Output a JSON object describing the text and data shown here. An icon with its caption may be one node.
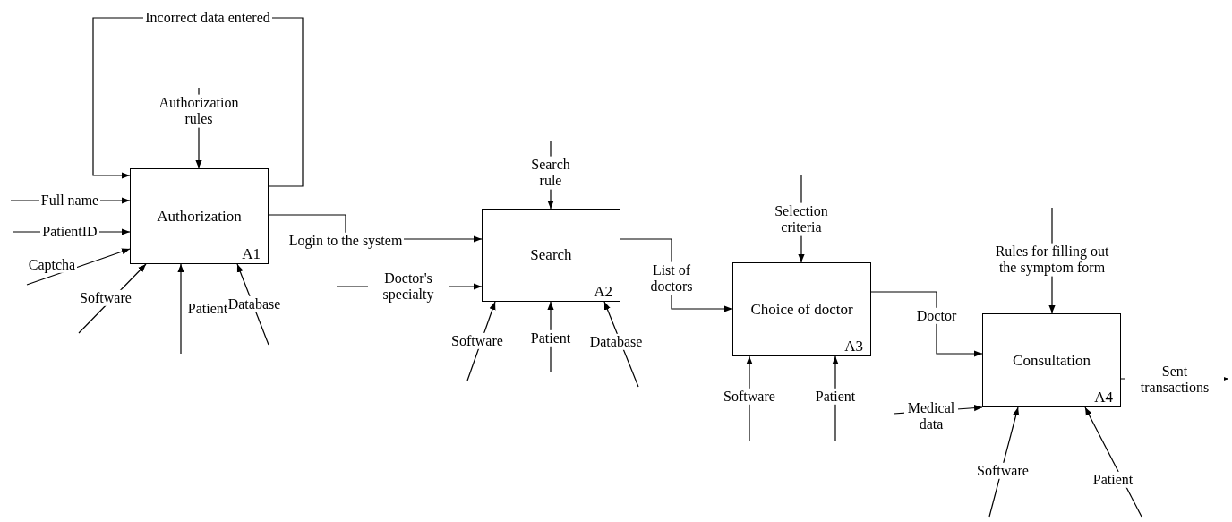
{
  "diagram": {
    "nodes": [
      {
        "text": [
          "Authorization",
          "A1"
        ]
      },
      {
        "text": [
          "Search",
          "A2"
        ]
      },
      {
        "text": [
          "Choice of doctor",
          "A3"
        ]
      },
      {
        "text": [
          "Consultation",
          "A4"
        ]
      }
    ],
    "edges": [
      {
        "from": 0,
        "to": 0,
        "arrow": "to",
        "label": "Incorrect data entered"
      },
      {
        "from": null,
        "to": 0,
        "arrow": "to",
        "label": "Authorization rules"
      },
      {
        "from": null,
        "to": 0,
        "arrow": "to",
        "label": "Full name"
      },
      {
        "from": null,
        "to": 0,
        "arrow": "to",
        "label": "PatientID"
      },
      {
        "from": null,
        "to": 0,
        "arrow": "to",
        "label": "Captcha"
      },
      {
        "from": null,
        "to": 0,
        "arrow": "to",
        "label": "Software"
      },
      {
        "from": null,
        "to": 0,
        "arrow": "to",
        "label": "Patient"
      },
      {
        "from": null,
        "to": 0,
        "arrow": "to",
        "label": "Database"
      },
      {
        "from": 0,
        "to": 1,
        "arrow": "to",
        "label": "Login to the system"
      },
      {
        "from": null,
        "to": 1,
        "arrow": "to",
        "label": "Search rule"
      },
      {
        "from": null,
        "to": 1,
        "arrow": "to",
        "label": "Doctor's specialty"
      },
      {
        "from": null,
        "to": 1,
        "arrow": "to",
        "label": "Software"
      },
      {
        "from": null,
        "to": 1,
        "arrow": "to",
        "label": "Patient"
      },
      {
        "from": null,
        "to": 1,
        "arrow": "to",
        "label": "Database"
      },
      {
        "from": 1,
        "to": 2,
        "arrow": "to",
        "label": "List of doctors"
      },
      {
        "from": null,
        "to": 2,
        "arrow": "to",
        "label": "Selection criteria"
      },
      {
        "from": null,
        "to": 2,
        "arrow": "to",
        "label": "Software"
      },
      {
        "from": null,
        "to": 2,
        "arrow": "to",
        "label": "Patient"
      },
      {
        "from": 2,
        "to": 3,
        "arrow": "to",
        "label": "Doctor"
      },
      {
        "from": null,
        "to": 3,
        "arrow": "to",
        "label": "Rules for filling out the symptom form"
      },
      {
        "from": null,
        "to": 3,
        "arrow": "to",
        "label": "Medical data"
      },
      {
        "from": null,
        "to": 3,
        "arrow": "to",
        "label": "Software"
      },
      {
        "from": null,
        "to": 3,
        "arrow": "to",
        "label": "Patient"
      },
      {
        "from": 3,
        "to": null,
        "arrow": "to",
        "label": "Sent transactions"
      }
    ]
  }
}
